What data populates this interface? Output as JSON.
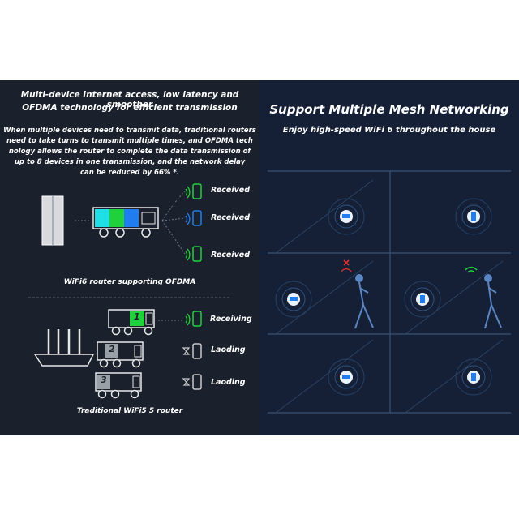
{
  "left": {
    "headline_line1": "Multi-device Internet access, low latency and smoother",
    "headline_line2": "OFDMA technology for efficient transmission",
    "body_lines": [
      "When multiple devices need to transmit data, traditional routers",
      "need to take turns to transmit multiple times, and OFDMA tech",
      "nology allows the router to complete the data transmission of",
      "up to 8 devices in one transmission, and the network delay",
      "can be reduced by 66% *."
    ],
    "wifi6": {
      "statuses": [
        "Received",
        "Received",
        "Received"
      ],
      "caption": "WiFi6 router supporting OFDMA"
    },
    "wifi5": {
      "truck_numbers": [
        "1",
        "2",
        "3"
      ],
      "statuses": [
        "Receiving",
        "Laoding",
        "Laoding"
      ],
      "caption": "Traditional WiFi5 5 router"
    }
  },
  "right": {
    "title": "Support Multiple Mesh Networking",
    "subtitle": "Enjoy high-speed WiFi 6 throughout the house"
  },
  "colors": {
    "left_bg": "#1b212c",
    "right_bg": "#152036",
    "accent_green": "#1fd23c",
    "accent_blue": "#1f7df0",
    "cyan_block": "#1ee0e6",
    "error_red": "#e0322e"
  }
}
